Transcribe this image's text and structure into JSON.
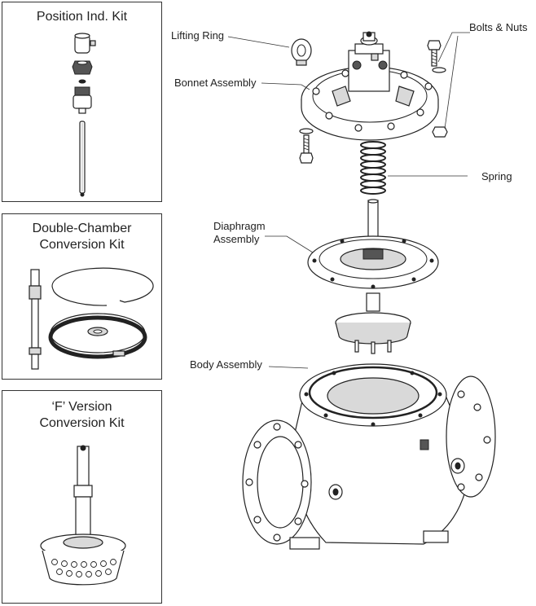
{
  "kits": {
    "position_ind": {
      "title": "Position Ind. Kit"
    },
    "double_chamber": {
      "title_line1": "Double-Chamber",
      "title_line2": "Conversion Kit"
    },
    "f_version": {
      "title_line1": "‘F’ Version",
      "title_line2": "Conversion Kit"
    }
  },
  "callouts": {
    "lifting_ring": "Lifting Ring",
    "bonnet_assembly": "Bonnet Assembly",
    "bolts_nuts": "Bolts & Nuts",
    "spring": "Spring",
    "diaphragm_line1": "Diaphragm",
    "diaphragm_line2": "Assembly",
    "body_assembly": "Body Assembly"
  }
}
